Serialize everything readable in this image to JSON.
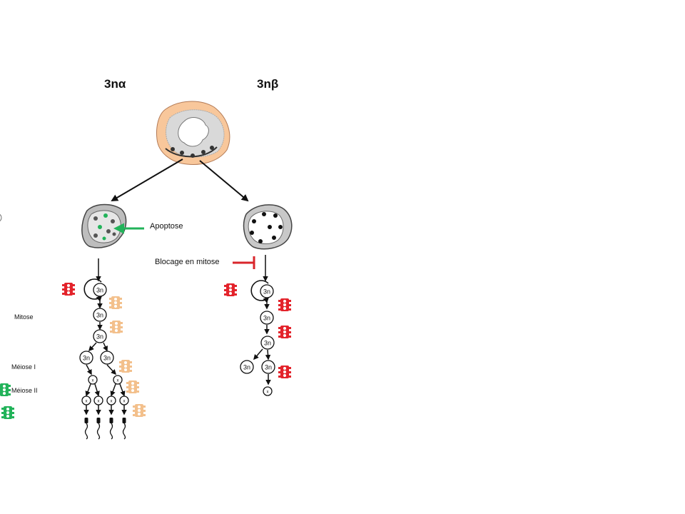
{
  "titles": {
    "alpha": "3nα",
    "beta": "3nβ"
  },
  "labels": {
    "apoptose": "Apoptose",
    "blocage": "Blocage en mitose",
    "mitose": "Mitose",
    "meiose1": "Méiose I",
    "meiose2": "Méiose II"
  },
  "cell_labels": {
    "triploid": "3n",
    "unknown": "x"
  },
  "icons": {
    "traffic_light": "traffic-light-icon",
    "sperm": "sperm-icon",
    "cycle_arrow": "cycle-arrow-icon"
  },
  "colors": {
    "stop_red": "#e3232b",
    "caution_orange": "#f3c08c",
    "go_green": "#22b35a",
    "apoptose_arrow": "#22b35a",
    "block_bar": "#d9262b",
    "tissue_fill": "#f8c79b"
  }
}
